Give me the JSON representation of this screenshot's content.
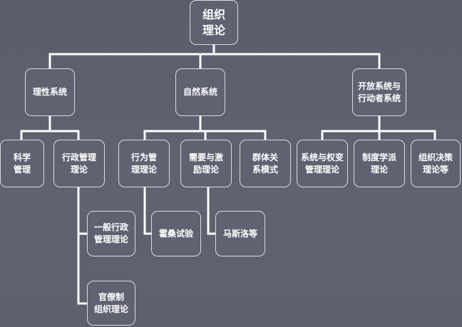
{
  "diagram": {
    "nodes": {
      "root": "组织\n理论",
      "rational": "理性系统",
      "natural": "自然系统",
      "open": "开放系统与\n行动者系统",
      "scientific": "科学\n管理",
      "admin": "行政管理\n理论",
      "behavior": "行为管\n理理论",
      "needs": "需要与激\n励理论",
      "group": "群体关\n系模式",
      "contingency": "系统与权变\n管理理论",
      "institutional": "制度学派\n理论",
      "decision": "组织决策\n理论等",
      "general_admin": "一般行政\n管理理论",
      "bureaucracy": "官僚制\n组织理论",
      "hawthorne": "霍桑试验",
      "maslow": "马斯洛等"
    }
  }
}
